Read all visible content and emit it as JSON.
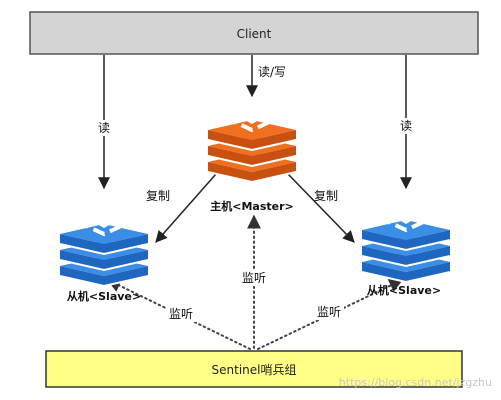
{
  "client_box": {
    "label": "Client",
    "fill": "#d4d4d4",
    "stroke": "#555555"
  },
  "sentinel_box": {
    "label": "Sentinel哨兵组",
    "fill": "#ffff88",
    "stroke": "#333333"
  },
  "master": {
    "label": "主机<Master>",
    "color": "#f07020",
    "dark": "#c85010"
  },
  "slave_left": {
    "label": "从机<Slave>",
    "color": "#3a8ee6",
    "dark": "#1e66c0"
  },
  "slave_right": {
    "label": "从机<Slave>",
    "color": "#3a8ee6",
    "dark": "#1e66c0"
  },
  "edges": {
    "client_master": "读/写",
    "client_slave_left": "读",
    "client_slave_right": "读",
    "master_slave_left": "复制",
    "master_slave_right": "复制",
    "sentinel_master": "监听",
    "sentinel_slave_left": "监听",
    "sentinel_slave_right": "监听"
  },
  "watermark": "https://blog.csdn.net/jzgzhu"
}
